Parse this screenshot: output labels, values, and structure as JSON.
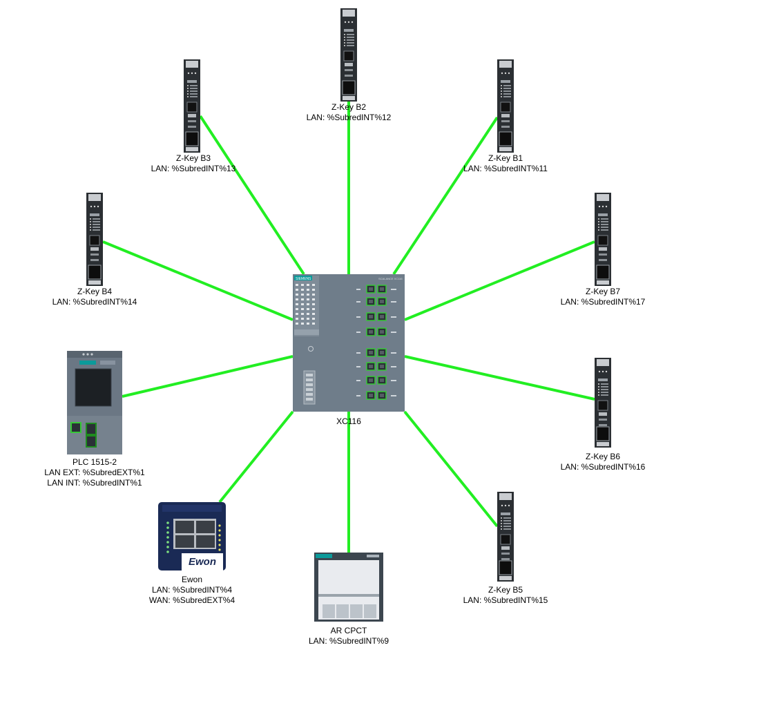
{
  "colors": {
    "link": "#22ee22",
    "zkey_body": "#2b2f33",
    "switch_body": "#6f7d8a",
    "plc_body": "#6b7784",
    "ewon_body": "#1a2a55",
    "port_green": "#37c837",
    "siemens_teal": "#0b9a9a"
  },
  "hub": {
    "id": "xc116",
    "label_lines": [
      "XC116"
    ],
    "brand": "SIEMENS",
    "model": "SCALANCE XC116"
  },
  "devices": [
    {
      "id": "zkey-b2",
      "kind": "zkey",
      "label_lines": [
        "Z-Key B2",
        "LAN: %SubredINT%12"
      ]
    },
    {
      "id": "zkey-b3",
      "kind": "zkey",
      "label_lines": [
        "Z-Key B3",
        "LAN: %SubredINT%13"
      ]
    },
    {
      "id": "zkey-b1",
      "kind": "zkey",
      "label_lines": [
        "Z-Key B1",
        "LAN: %SubredINT%11"
      ]
    },
    {
      "id": "zkey-b4",
      "kind": "zkey",
      "label_lines": [
        "Z-Key B4",
        "LAN: %SubredINT%14"
      ]
    },
    {
      "id": "zkey-b7",
      "kind": "zkey",
      "label_lines": [
        "Z-Key B7",
        "LAN: %SubredINT%17"
      ]
    },
    {
      "id": "plc-1515",
      "kind": "plc",
      "label_lines": [
        "PLC 1515-2",
        "LAN EXT: %SubredEXT%1",
        "LAN INT: %SubredINT%1"
      ]
    },
    {
      "id": "zkey-b6",
      "kind": "zkey",
      "label_lines": [
        "Z-Key B6",
        "LAN: %SubredINT%16"
      ]
    },
    {
      "id": "ewon",
      "kind": "ewon",
      "label_lines": [
        "Ewon",
        "LAN: %SubredINT%4",
        "WAN: %SubredEXT%4"
      ]
    },
    {
      "id": "ar-cpct",
      "kind": "hmi",
      "label_lines": [
        "AR CPCT",
        "LAN: %SubredINT%9"
      ]
    },
    {
      "id": "zkey-b5",
      "kind": "zkey",
      "label_lines": [
        "Z-Key B5",
        "LAN: %SubredINT%15"
      ]
    }
  ],
  "connections": [
    {
      "from": "xc116",
      "to": "zkey-b2"
    },
    {
      "from": "xc116",
      "to": "zkey-b3"
    },
    {
      "from": "xc116",
      "to": "zkey-b1"
    },
    {
      "from": "xc116",
      "to": "zkey-b4"
    },
    {
      "from": "xc116",
      "to": "zkey-b7"
    },
    {
      "from": "xc116",
      "to": "plc-1515"
    },
    {
      "from": "xc116",
      "to": "zkey-b6"
    },
    {
      "from": "xc116",
      "to": "ewon"
    },
    {
      "from": "xc116",
      "to": "ar-cpct"
    },
    {
      "from": "xc116",
      "to": "zkey-b5"
    }
  ]
}
